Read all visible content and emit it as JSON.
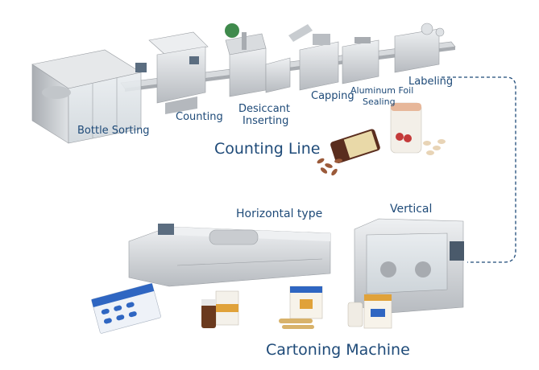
{
  "counting_line": {
    "title": "Counting Line",
    "stations": {
      "bottle_sorting": "Bottle Sorting",
      "counting": "Counting",
      "desiccant_1": "Desiccant",
      "desiccant_2": "Inserting",
      "capping": "Capping",
      "foil_1": "Aluminum Foil",
      "foil_2": "Sealing",
      "labeling": "Labeling"
    }
  },
  "cartoning": {
    "title": "Cartoning Machine",
    "horizontal": "Horizontal type",
    "vertical": "Vertical"
  },
  "colors": {
    "label_blue": "#1e4a78",
    "dashed_line": "#1e4a78",
    "steel": "#c9ccd0"
  }
}
